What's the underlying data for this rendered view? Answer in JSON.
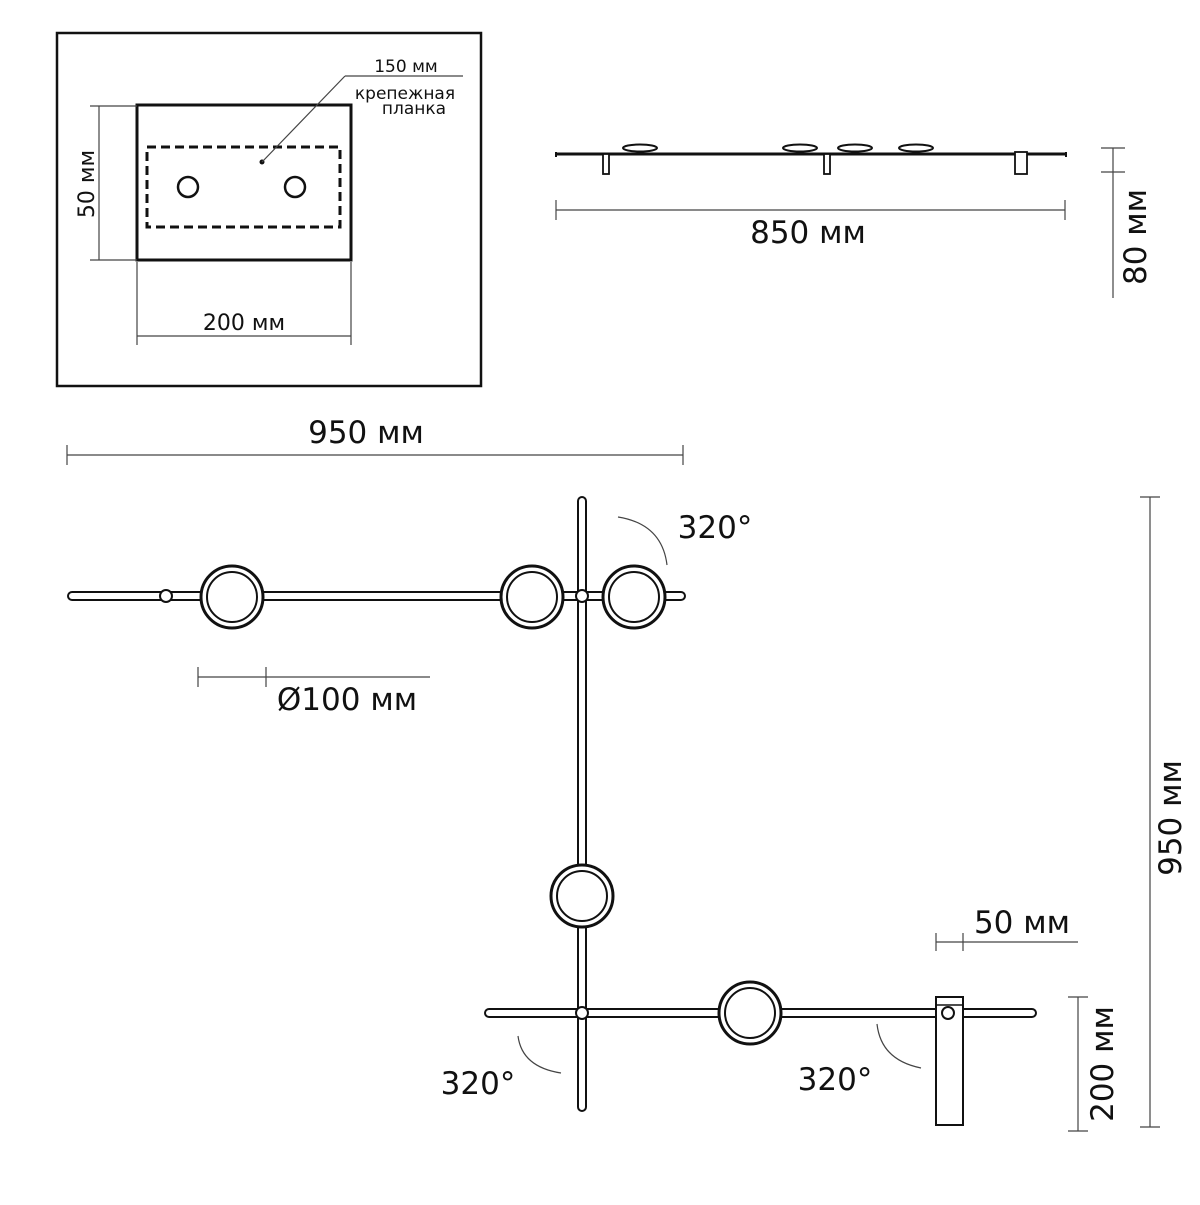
{
  "inset": {
    "label_150": "150 мм",
    "label_plate_line1": "крепежная",
    "label_plate_line2": "планка",
    "label_50": "50 мм",
    "label_200": "200 мм"
  },
  "side_view": {
    "label_length": "850 мм",
    "label_height": "80 мм"
  },
  "front_view": {
    "label_width": "950 мм",
    "label_height": "950 мм",
    "label_diameter": "Ø100 мм",
    "label_rotation_top": "320°",
    "label_rotation_bottom_left": "320°",
    "label_rotation_bottom_right": "320°",
    "label_bracket_width": "50 мм",
    "label_bracket_height": "200 мм"
  },
  "colors": {
    "line": "#111111",
    "dimension": "#444444",
    "background": "#ffffff"
  }
}
